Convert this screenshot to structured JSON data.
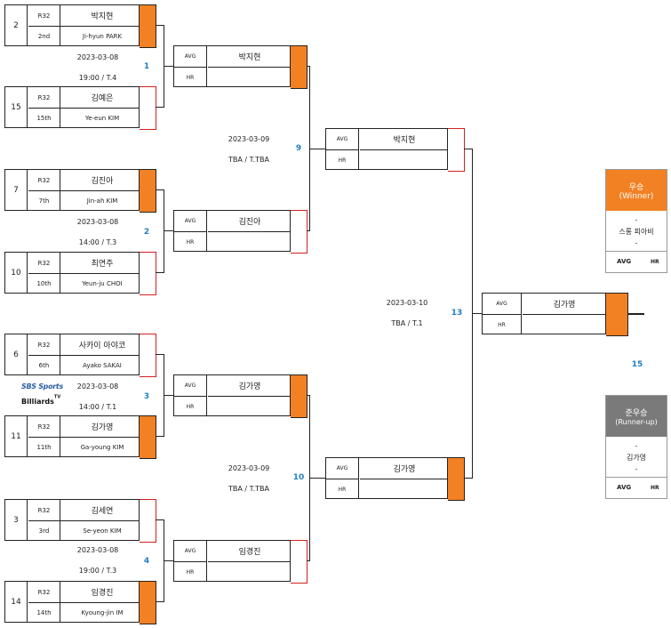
{
  "r32": [
    {
      "seed": "2",
      "round": "R32",
      "rank": "2nd",
      "name_ko": "박지현",
      "name_en": "Ji-hyun PARK"
    },
    {
      "seed": "15",
      "round": "R32",
      "rank": "15th",
      "name_ko": "김예은",
      "name_en": "Ye-eun KIM"
    },
    {
      "seed": "7",
      "round": "R32",
      "rank": "7th",
      "name_ko": "김진아",
      "name_en": "Jin-ah KIM"
    },
    {
      "seed": "10",
      "round": "R32",
      "rank": "10th",
      "name_ko": "최연주",
      "name_en": "Yeun-ju CHOI"
    },
    {
      "seed": "6",
      "round": "R32",
      "rank": "6th",
      "name_ko": "사카이 아야코",
      "name_en": "Ayako SAKAI"
    },
    {
      "seed": "11",
      "round": "R32",
      "rank": "11th",
      "name_ko": "김가영",
      "name_en": "Ga-young KIM"
    },
    {
      "seed": "3",
      "round": "R32",
      "rank": "3rd",
      "name_ko": "김세연",
      "name_en": "Se-yeon KIM"
    },
    {
      "seed": "14",
      "round": "R32",
      "rank": "14th",
      "name_ko": "임경진",
      "name_en": "Kyoung-jin IM"
    }
  ],
  "r16_matches": [
    {
      "date": "2023-03-08",
      "time": "19:00 / T.4",
      "num": "1"
    },
    {
      "date": "2023-03-08",
      "time": "14:00 / T.3",
      "num": "2"
    },
    {
      "date": "2023-03-08",
      "time": "14:00 / T.1",
      "num": "3"
    },
    {
      "date": "2023-03-08",
      "time": "19:00 / T.3",
      "num": "4"
    }
  ],
  "qf_boxes": [
    {
      "avg": "AVG",
      "hr": "HR",
      "name": "박지현"
    },
    {
      "avg": "AVG",
      "hr": "HR",
      "name": "김진아"
    },
    {
      "avg": "AVG",
      "hr": "HR",
      "name": "김가영"
    },
    {
      "avg": "AVG",
      "hr": "HR",
      "name": "임경진"
    }
  ],
  "qf_matches": [
    {
      "date": "2023-03-09",
      "time": "TBA / T.TBA",
      "num": "9"
    },
    {
      "date": "2023-03-09",
      "time": "TBA / T.TBA",
      "num": "10"
    }
  ],
  "sf_boxes": [
    {
      "avg": "AVG",
      "hr": "HR",
      "name": "박지현"
    },
    {
      "avg": "AVG",
      "hr": "HR",
      "name": "김가영"
    }
  ],
  "sf_match": {
    "date": "2023-03-10",
    "time": "TBA / T.1",
    "num": "13"
  },
  "final_box": {
    "avg": "AVG",
    "hr": "HR",
    "name": "김가영"
  },
  "final_num": "15",
  "winner": {
    "title": "우승",
    "subtitle": "(Winner)",
    "dash1": "-",
    "name": "스롱 피아비",
    "dash2": "-",
    "avg": "AVG",
    "hr": "HR"
  },
  "runner_up": {
    "title": "준우승",
    "subtitle": "(Runner-up)",
    "dash1": "-",
    "name": "김가영",
    "dash2": "-",
    "avg": "AVG",
    "hr": "HR"
  },
  "logo": {
    "line1": "SBS Sports",
    "line2": "Billiards",
    "tv": "TV"
  },
  "colors": {
    "accent": "#f28123",
    "winner_header": "#f28123",
    "runner_header": "#7a7a7a",
    "match_number": "#1f7fc2",
    "connector_red": "#d32020"
  }
}
